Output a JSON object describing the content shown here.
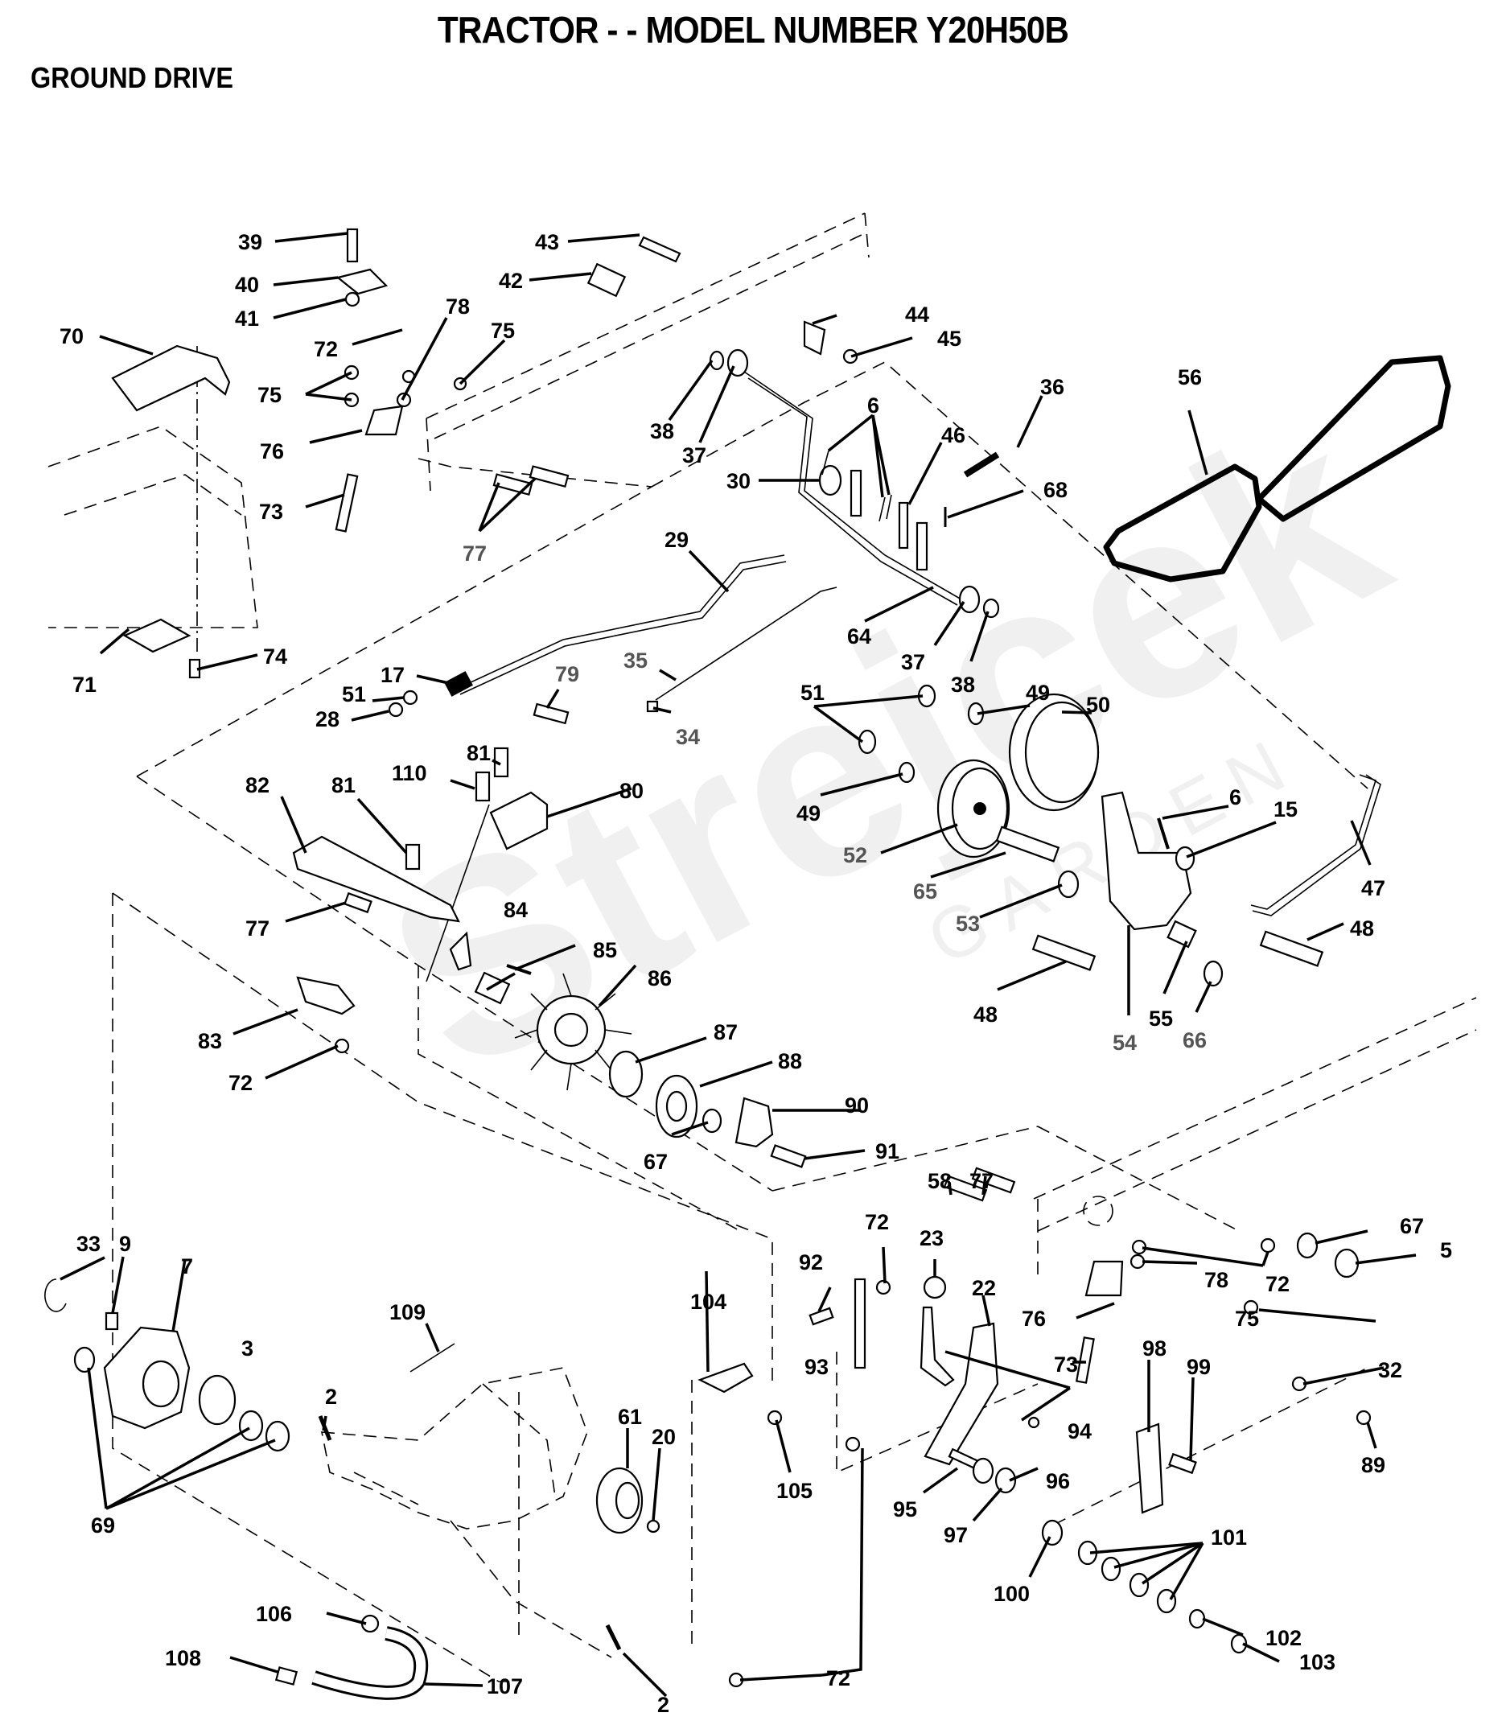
{
  "header": {
    "title": "TRACTOR - - MODEL NUMBER Y20H50B",
    "section": "GROUND DRIVE"
  },
  "watermark": {
    "brand": "Strejcek",
    "sub": "GARDEN"
  },
  "callouts": [
    {
      "id": "39",
      "label": "39"
    },
    {
      "id": "40",
      "label": "40"
    },
    {
      "id": "41",
      "label": "41"
    },
    {
      "id": "43",
      "label": "43"
    },
    {
      "id": "42",
      "label": "42"
    },
    {
      "id": "44",
      "label": "44"
    },
    {
      "id": "45",
      "label": "45"
    },
    {
      "id": "70",
      "label": "70"
    },
    {
      "id": "72a",
      "label": "72"
    },
    {
      "id": "78a",
      "label": "78"
    },
    {
      "id": "75a",
      "label": "75"
    },
    {
      "id": "75b",
      "label": "75"
    },
    {
      "id": "76a",
      "label": "76"
    },
    {
      "id": "73a",
      "label": "73"
    },
    {
      "id": "77a",
      "label": "77"
    },
    {
      "id": "38a",
      "label": "38"
    },
    {
      "id": "37a",
      "label": "37"
    },
    {
      "id": "6a",
      "label": "6"
    },
    {
      "id": "36",
      "label": "36"
    },
    {
      "id": "46",
      "label": "46"
    },
    {
      "id": "30",
      "label": "30"
    },
    {
      "id": "68",
      "label": "68"
    },
    {
      "id": "56",
      "label": "56"
    },
    {
      "id": "29",
      "label": "29"
    },
    {
      "id": "64",
      "label": "64"
    },
    {
      "id": "37b",
      "label": "37"
    },
    {
      "id": "38b",
      "label": "38"
    },
    {
      "id": "71",
      "label": "71"
    },
    {
      "id": "74",
      "label": "74"
    },
    {
      "id": "17",
      "label": "17"
    },
    {
      "id": "51a",
      "label": "51"
    },
    {
      "id": "28",
      "label": "28"
    },
    {
      "id": "79",
      "label": "79"
    },
    {
      "id": "35",
      "label": "35"
    },
    {
      "id": "34",
      "label": "34"
    },
    {
      "id": "51b",
      "label": "51"
    },
    {
      "id": "49a",
      "label": "49"
    },
    {
      "id": "50",
      "label": "50"
    },
    {
      "id": "49b",
      "label": "49"
    },
    {
      "id": "52",
      "label": "52"
    },
    {
      "id": "6b",
      "label": "6"
    },
    {
      "id": "15",
      "label": "15"
    },
    {
      "id": "47",
      "label": "47"
    },
    {
      "id": "65",
      "label": "65"
    },
    {
      "id": "53",
      "label": "53"
    },
    {
      "id": "48a",
      "label": "48"
    },
    {
      "id": "48b",
      "label": "48"
    },
    {
      "id": "54",
      "label": "54"
    },
    {
      "id": "55",
      "label": "55"
    },
    {
      "id": "66",
      "label": "66"
    },
    {
      "id": "81a",
      "label": "81"
    },
    {
      "id": "110",
      "label": "110"
    },
    {
      "id": "80",
      "label": "80"
    },
    {
      "id": "82",
      "label": "82"
    },
    {
      "id": "81b",
      "label": "81"
    },
    {
      "id": "77b",
      "label": "77"
    },
    {
      "id": "84",
      "label": "84"
    },
    {
      "id": "85",
      "label": "85"
    },
    {
      "id": "86",
      "label": "86"
    },
    {
      "id": "83",
      "label": "83"
    },
    {
      "id": "72b",
      "label": "72"
    },
    {
      "id": "87",
      "label": "87"
    },
    {
      "id": "88",
      "label": "88"
    },
    {
      "id": "90",
      "label": "90"
    },
    {
      "id": "67a",
      "label": "67"
    },
    {
      "id": "91",
      "label": "91"
    },
    {
      "id": "58",
      "label": "58"
    },
    {
      "id": "77c",
      "label": "77"
    },
    {
      "id": "67b",
      "label": "67"
    },
    {
      "id": "5",
      "label": "5"
    },
    {
      "id": "72c",
      "label": "72"
    },
    {
      "id": "78b",
      "label": "78"
    },
    {
      "id": "72d",
      "label": "72"
    },
    {
      "id": "23",
      "label": "23"
    },
    {
      "id": "92",
      "label": "92"
    },
    {
      "id": "33",
      "label": "33"
    },
    {
      "id": "9",
      "label": "9"
    },
    {
      "id": "7",
      "label": "7"
    },
    {
      "id": "104",
      "label": "104"
    },
    {
      "id": "22",
      "label": "22"
    },
    {
      "id": "76b",
      "label": "76"
    },
    {
      "id": "75c",
      "label": "75"
    },
    {
      "id": "109",
      "label": "109"
    },
    {
      "id": "3",
      "label": "3"
    },
    {
      "id": "93",
      "label": "93"
    },
    {
      "id": "73b",
      "label": "73"
    },
    {
      "id": "98",
      "label": "98"
    },
    {
      "id": "99",
      "label": "99"
    },
    {
      "id": "32",
      "label": "32"
    },
    {
      "id": "2a",
      "label": "2"
    },
    {
      "id": "94",
      "label": "94"
    },
    {
      "id": "61",
      "label": "61"
    },
    {
      "id": "20",
      "label": "20"
    },
    {
      "id": "89",
      "label": "89"
    },
    {
      "id": "69",
      "label": "69"
    },
    {
      "id": "105",
      "label": "105"
    },
    {
      "id": "96",
      "label": "96"
    },
    {
      "id": "95",
      "label": "95"
    },
    {
      "id": "97",
      "label": "97"
    },
    {
      "id": "101",
      "label": "101"
    },
    {
      "id": "100",
      "label": "100"
    },
    {
      "id": "106",
      "label": "106"
    },
    {
      "id": "102",
      "label": "102"
    },
    {
      "id": "108",
      "label": "108"
    },
    {
      "id": "107",
      "label": "107"
    },
    {
      "id": "103",
      "label": "103"
    },
    {
      "id": "72e",
      "label": "72"
    },
    {
      "id": "2b",
      "label": "2"
    }
  ]
}
